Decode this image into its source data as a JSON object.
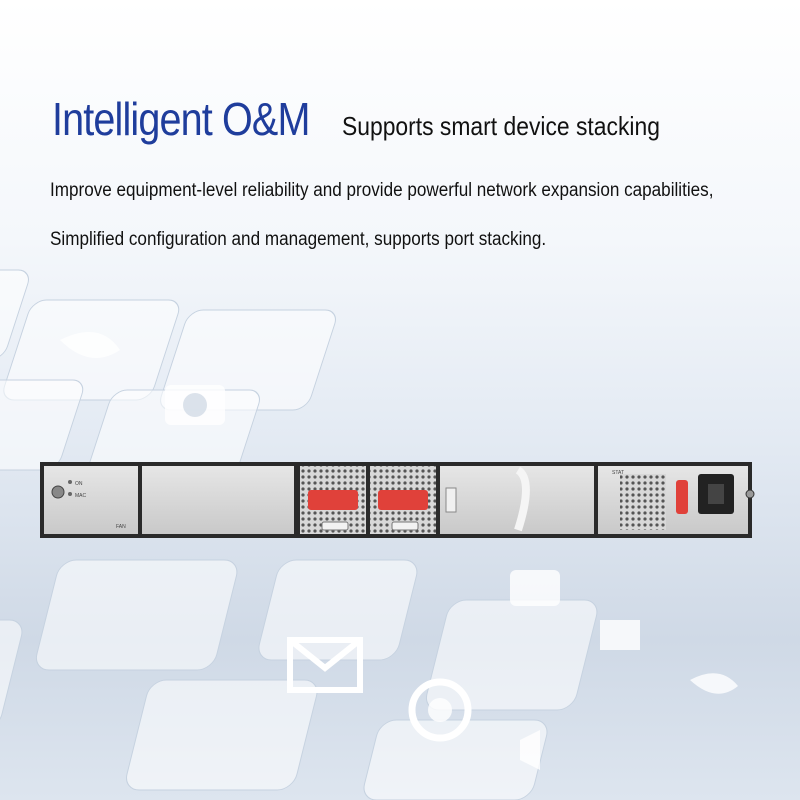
{
  "header": {
    "title": "Intelligent O&M",
    "subtitle": "Supports smart device stacking"
  },
  "body": {
    "line1": "Improve equipment-level reliability and provide powerful network expansion capabilities,",
    "line2": "Simplified configuration and management, supports port stacking."
  },
  "device": {
    "led_labels": [
      "ON",
      "MAC"
    ],
    "fan_label": "FAN",
    "psu_label": "STAT"
  },
  "colors": {
    "title": "#1f3d9c",
    "text": "#111111",
    "psu_tag": "#e0413a"
  }
}
